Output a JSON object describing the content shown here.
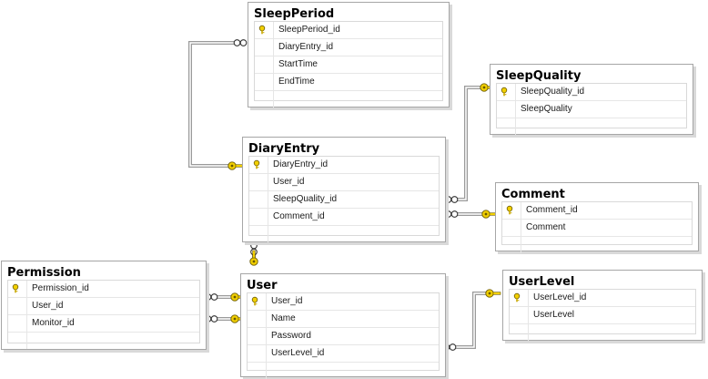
{
  "tables": {
    "sleep_period": {
      "title": "SleepPeriod",
      "columns": [
        "SleepPeriod_id",
        "DiaryEntry_id",
        "StartTime",
        "EndTime"
      ]
    },
    "sleep_quality": {
      "title": "SleepQuality",
      "columns": [
        "SleepQuality_id",
        "SleepQuality"
      ]
    },
    "diary_entry": {
      "title": "DiaryEntry",
      "columns": [
        "DiaryEntry_id",
        "User_id",
        "SleepQuality_id",
        "Comment_id"
      ]
    },
    "comment": {
      "title": "Comment",
      "columns": [
        "Comment_id",
        "Comment"
      ]
    },
    "permission": {
      "title": "Permission",
      "columns": [
        "Permission_id",
        "User_id",
        "Monitor_id"
      ]
    },
    "user": {
      "title": "User",
      "columns": [
        "User_id",
        "Name",
        "Password",
        "UserLevel_id"
      ]
    },
    "user_level": {
      "title": "UserLevel",
      "columns": [
        "UserLevel_id",
        "UserLevel"
      ]
    }
  },
  "colors": {
    "key": "#e8c300",
    "line": "#8c8c8c",
    "border": "#a6a6a6"
  },
  "icons": {
    "primary_key": "key-icon",
    "many_end": "infinity-icon",
    "one_end": "key-icon"
  }
}
